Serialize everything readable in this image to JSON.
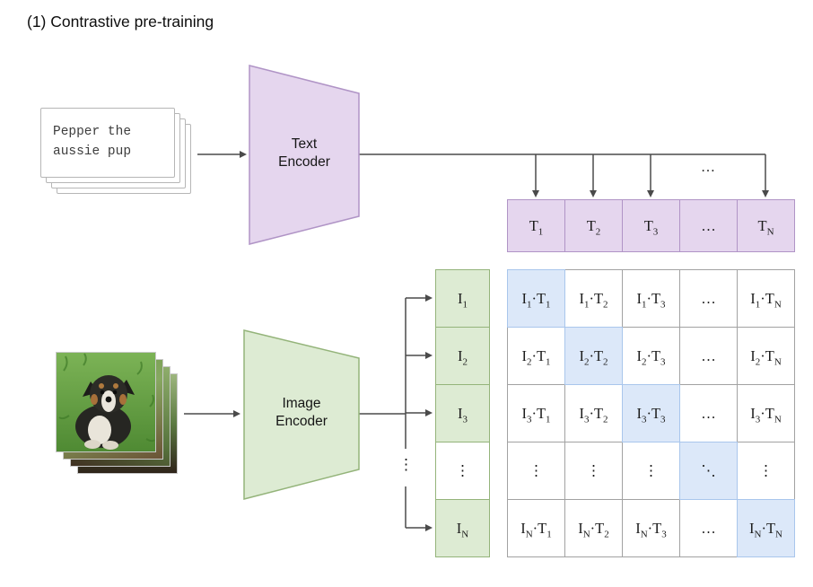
{
  "title": "(1) Contrastive pre-training",
  "text_input_card": {
    "line1": "Pepper the",
    "line2": "aussie pup"
  },
  "text_encoder": {
    "line1": "Text",
    "line2": "Encoder"
  },
  "image_encoder": {
    "line1": "Image",
    "line2": "Encoder"
  },
  "arrow_row_ellipsis": "…",
  "branch_dots": "⋮",
  "text_embeddings": [
    {
      "base": "T",
      "sub": "1"
    },
    {
      "base": "T",
      "sub": "2"
    },
    {
      "base": "T",
      "sub": "3"
    },
    {
      "base": "…",
      "sub": ""
    },
    {
      "base": "T",
      "sub": "N"
    }
  ],
  "image_embeddings": [
    {
      "base": "I",
      "sub": "1"
    },
    {
      "base": "I",
      "sub": "2"
    },
    {
      "base": "I",
      "sub": "3"
    },
    {
      "base": "⋮",
      "sub": ""
    },
    {
      "base": "I",
      "sub": "N"
    }
  ],
  "matrix": {
    "rows": [
      {
        "cells": [
          {
            "a": "I",
            "as": "1",
            "d": "·",
            "b": "T",
            "bs": "1"
          },
          {
            "a": "I",
            "as": "1",
            "d": "·",
            "b": "T",
            "bs": "2"
          },
          {
            "a": "I",
            "as": "1",
            "d": "·",
            "b": "T",
            "bs": "3"
          },
          {
            "a": "…",
            "as": "",
            "d": "",
            "b": "",
            "bs": ""
          },
          {
            "a": "I",
            "as": "1",
            "d": "·",
            "b": "T",
            "bs": "N"
          }
        ]
      },
      {
        "cells": [
          {
            "a": "I",
            "as": "2",
            "d": "·",
            "b": "T",
            "bs": "1"
          },
          {
            "a": "I",
            "as": "2",
            "d": "·",
            "b": "T",
            "bs": "2"
          },
          {
            "a": "I",
            "as": "2",
            "d": "·",
            "b": "T",
            "bs": "3"
          },
          {
            "a": "…",
            "as": "",
            "d": "",
            "b": "",
            "bs": ""
          },
          {
            "a": "I",
            "as": "2",
            "d": "·",
            "b": "T",
            "bs": "N"
          }
        ]
      },
      {
        "cells": [
          {
            "a": "I",
            "as": "3",
            "d": "·",
            "b": "T",
            "bs": "1"
          },
          {
            "a": "I",
            "as": "3",
            "d": "·",
            "b": "T",
            "bs": "2"
          },
          {
            "a": "I",
            "as": "3",
            "d": "·",
            "b": "T",
            "bs": "3"
          },
          {
            "a": "…",
            "as": "",
            "d": "",
            "b": "",
            "bs": ""
          },
          {
            "a": "I",
            "as": "3",
            "d": "·",
            "b": "T",
            "bs": "N"
          }
        ]
      },
      {
        "cells": [
          {
            "a": "⋮",
            "as": "",
            "d": "",
            "b": "",
            "bs": ""
          },
          {
            "a": "⋮",
            "as": "",
            "d": "",
            "b": "",
            "bs": ""
          },
          {
            "a": "⋮",
            "as": "",
            "d": "",
            "b": "",
            "bs": ""
          },
          {
            "a": "⋱",
            "as": "",
            "d": "",
            "b": "",
            "bs": ""
          },
          {
            "a": "⋮",
            "as": "",
            "d": "",
            "b": "",
            "bs": ""
          }
        ]
      },
      {
        "cells": [
          {
            "a": "I",
            "as": "N",
            "d": "·",
            "b": "T",
            "bs": "1"
          },
          {
            "a": "I",
            "as": "N",
            "d": "·",
            "b": "T",
            "bs": "2"
          },
          {
            "a": "I",
            "as": "N",
            "d": "·",
            "b": "T",
            "bs": "3"
          },
          {
            "a": "…",
            "as": "",
            "d": "",
            "b": "",
            "bs": ""
          },
          {
            "a": "I",
            "as": "N",
            "d": "·",
            "b": "T",
            "bs": "N"
          }
        ]
      }
    ]
  },
  "colors": {
    "text_fill": "#e5d6ee",
    "text_border": "#b094c6",
    "image_fill": "#ddebd3",
    "image_border": "#94b47a",
    "diagonal_fill": "#dce8f9",
    "diagonal_border": "#a9c6ec",
    "grid_line": "#a2a2a2",
    "arrow": "#4a4a4a"
  }
}
